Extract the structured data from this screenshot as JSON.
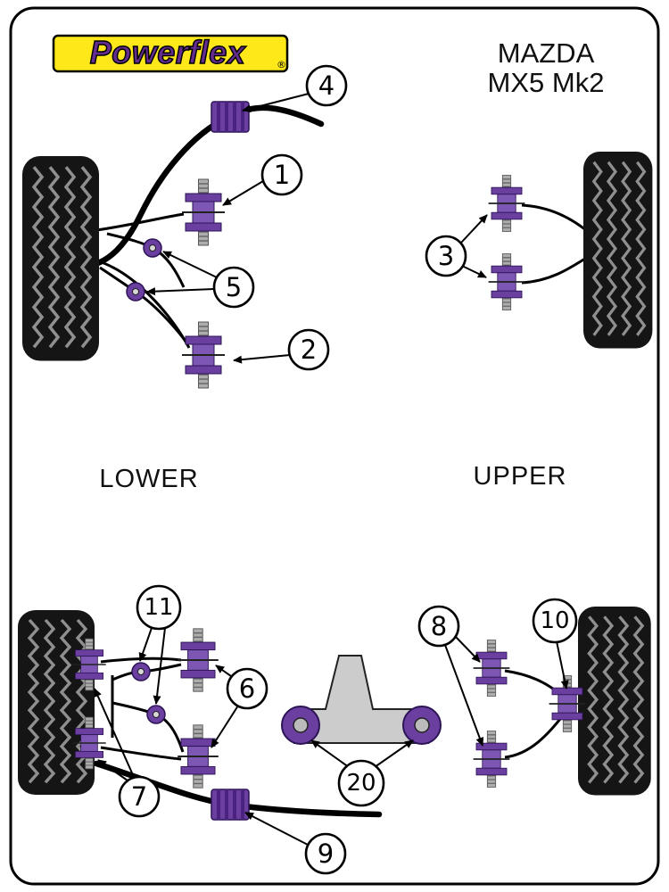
{
  "brand": {
    "name": "Powerflex",
    "registered_mark": "®",
    "logo_bg_color": "#FFE81A",
    "logo_text_color": "#652D90"
  },
  "vehicle": {
    "make": "MAZDA",
    "model": "MX5 Mk2"
  },
  "section_labels": {
    "lower": "LOWER",
    "upper": "UPPER"
  },
  "colors": {
    "bushing_purple": "#6B3FA0",
    "bushing_purple_light": "#7E57B5",
    "bolt_gray": "#ADADAD",
    "tire_black": "#151515",
    "mount_gray": "#CCCCCC"
  },
  "callouts": {
    "c1": {
      "label": "1"
    },
    "c2": {
      "label": "2"
    },
    "c3": {
      "label": "3"
    },
    "c4": {
      "label": "4"
    },
    "c5": {
      "label": "5"
    },
    "c6": {
      "label": "6"
    },
    "c7": {
      "label": "7"
    },
    "c8": {
      "label": "8"
    },
    "c9": {
      "label": "9"
    },
    "c10": {
      "label": "10"
    },
    "c11": {
      "label": "11"
    },
    "c20": {
      "label": "20"
    }
  }
}
